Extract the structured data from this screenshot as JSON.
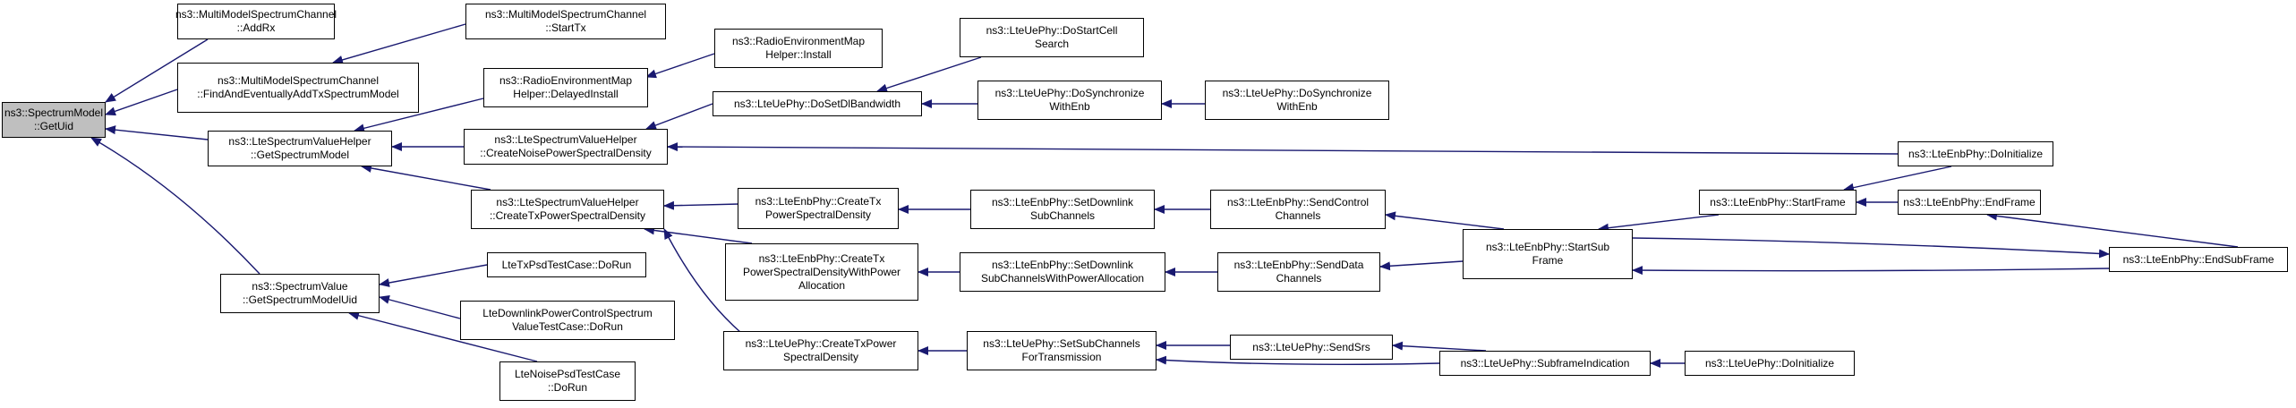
{
  "colors": {
    "edge": "#191970",
    "border": "#000000",
    "root_fill": "#bfbfbf",
    "node_fill": "#ffffff"
  },
  "nodes": [
    {
      "id": "getuid",
      "label": "ns3::SpectrumModel\n::GetUid",
      "root": true
    },
    {
      "id": "addrx",
      "label": "ns3::MultiModelSpectrumChannel\n::AddRx"
    },
    {
      "id": "findtx",
      "label": "ns3::MultiModelSpectrumChannel\n::FindAndEventuallyAddTxSpectrumModel"
    },
    {
      "id": "starttx",
      "label": "ns3::MultiModelSpectrumChannel\n::StartTx"
    },
    {
      "id": "lsvh_getsm",
      "label": "ns3::LteSpectrumValueHelper\n::GetSpectrumModel"
    },
    {
      "id": "sv_getsmuid",
      "label": "ns3::SpectrumValue\n::GetSpectrumModelUid"
    },
    {
      "id": "rem_delayed",
      "label": "ns3::RadioEnvironmentMap\nHelper::DelayedInstall"
    },
    {
      "id": "rem_install",
      "label": "ns3::RadioEnvironmentMap\nHelper::Install"
    },
    {
      "id": "lsvh_noise",
      "label": "ns3::LteSpectrumValueHelper\n::CreateNoisePowerSpectralDensity"
    },
    {
      "id": "lsvh_txpsd",
      "label": "ns3::LteSpectrumValueHelper\n::CreateTxPowerSpectralDensity"
    },
    {
      "id": "txpsd_dorun",
      "label": "LteTxPsdTestCase::DoRun"
    },
    {
      "id": "dlpc_dorun",
      "label": "LteDownlinkPowerControlSpectrum\nValueTestCase::DoRun"
    },
    {
      "id": "noisepsd_dorun",
      "label": "LteNoisePsdTestCase\n::DoRun"
    },
    {
      "id": "ue_dlbw",
      "label": "ns3::LteUePhy::DoSetDlBandwidth"
    },
    {
      "id": "ue_startcell",
      "label": "ns3::LteUePhy::DoStartCell\nSearch"
    },
    {
      "id": "ue_sync1",
      "label": "ns3::LteUePhy::DoSynchronize\nWithEnb"
    },
    {
      "id": "ue_sync2",
      "label": "ns3::LteUePhy::DoSynchronize\nWithEnb"
    },
    {
      "id": "enb_createtx",
      "label": "ns3::LteEnbPhy::CreateTx\nPowerSpectralDensity"
    },
    {
      "id": "enb_createtx_pa",
      "label": "ns3::LteEnbPhy::CreateTx\nPowerSpectralDensityWithPower\nAllocation"
    },
    {
      "id": "ue_createtx",
      "label": "ns3::LteUePhy::CreateTxPower\nSpectralDensity"
    },
    {
      "id": "enb_setdl",
      "label": "ns3::LteEnbPhy::SetDownlink\nSubChannels"
    },
    {
      "id": "enb_setdl_pa",
      "label": "ns3::LteEnbPhy::SetDownlink\nSubChannelsWithPowerAllocation"
    },
    {
      "id": "ue_setsub",
      "label": "ns3::LteUePhy::SetSubChannels\nForTransmission"
    },
    {
      "id": "enb_sendctrl",
      "label": "ns3::LteEnbPhy::SendControl\nChannels"
    },
    {
      "id": "enb_senddata",
      "label": "ns3::LteEnbPhy::SendData\nChannels"
    },
    {
      "id": "ue_sendsrs",
      "label": "ns3::LteUePhy::SendSrs"
    },
    {
      "id": "enb_startsub",
      "label": "ns3::LteEnbPhy::StartSub\nFrame"
    },
    {
      "id": "ue_subframe",
      "label": "ns3::LteUePhy::SubframeIndication"
    },
    {
      "id": "ue_doinit",
      "label": "ns3::LteUePhy::DoInitialize"
    },
    {
      "id": "enb_startframe",
      "label": "ns3::LteEnbPhy::StartFrame"
    },
    {
      "id": "enb_endframe",
      "label": "ns3::LteEnbPhy::EndFrame"
    },
    {
      "id": "enb_doinit",
      "label": "ns3::LteEnbPhy::DoInitialize"
    },
    {
      "id": "enb_endsub",
      "label": "ns3::LteEnbPhy::EndSubFrame"
    }
  ],
  "edges": [
    {
      "from": "addrx",
      "to": "getuid"
    },
    {
      "from": "findtx",
      "to": "getuid"
    },
    {
      "from": "lsvh_getsm",
      "to": "getuid"
    },
    {
      "from": "sv_getsmuid",
      "to": "getuid"
    },
    {
      "from": "starttx",
      "to": "findtx"
    },
    {
      "from": "rem_delayed",
      "to": "lsvh_getsm"
    },
    {
      "from": "lsvh_noise",
      "to": "lsvh_getsm"
    },
    {
      "from": "lsvh_txpsd",
      "to": "lsvh_getsm"
    },
    {
      "from": "txpsd_dorun",
      "to": "sv_getsmuid"
    },
    {
      "from": "dlpc_dorun",
      "to": "sv_getsmuid"
    },
    {
      "from": "noisepsd_dorun",
      "to": "sv_getsmuid"
    },
    {
      "from": "rem_install",
      "to": "rem_delayed"
    },
    {
      "from": "ue_dlbw",
      "to": "lsvh_noise"
    },
    {
      "from": "enb_doinit",
      "to": "lsvh_noise"
    },
    {
      "from": "ue_startcell",
      "to": "ue_dlbw"
    },
    {
      "from": "ue_sync1",
      "to": "ue_dlbw"
    },
    {
      "from": "ue_sync2",
      "to": "ue_sync1"
    },
    {
      "from": "enb_createtx",
      "to": "lsvh_txpsd"
    },
    {
      "from": "enb_createtx_pa",
      "to": "lsvh_txpsd"
    },
    {
      "from": "ue_createtx",
      "to": "lsvh_txpsd"
    },
    {
      "from": "enb_setdl",
      "to": "enb_createtx"
    },
    {
      "from": "enb_setdl_pa",
      "to": "enb_createtx_pa"
    },
    {
      "from": "ue_setsub",
      "to": "ue_createtx"
    },
    {
      "from": "enb_sendctrl",
      "to": "enb_setdl"
    },
    {
      "from": "enb_senddata",
      "to": "enb_setdl_pa"
    },
    {
      "from": "ue_sendsrs",
      "to": "ue_setsub"
    },
    {
      "from": "ue_subframe",
      "to": "ue_setsub"
    },
    {
      "from": "enb_startsub",
      "to": "enb_sendctrl"
    },
    {
      "from": "enb_startsub",
      "to": "enb_senddata"
    },
    {
      "from": "ue_subframe",
      "to": "ue_sendsrs"
    },
    {
      "from": "ue_doinit",
      "to": "ue_subframe"
    },
    {
      "from": "enb_startframe",
      "to": "enb_startsub"
    },
    {
      "from": "enb_endsub",
      "to": "enb_startsub"
    },
    {
      "from": "enb_doinit",
      "to": "enb_startframe"
    },
    {
      "from": "enb_endframe",
      "to": "enb_startframe"
    },
    {
      "from": "enb_endsub",
      "to": "enb_endframe"
    },
    {
      "from": "enb_startsub",
      "to": "enb_endsub"
    }
  ]
}
